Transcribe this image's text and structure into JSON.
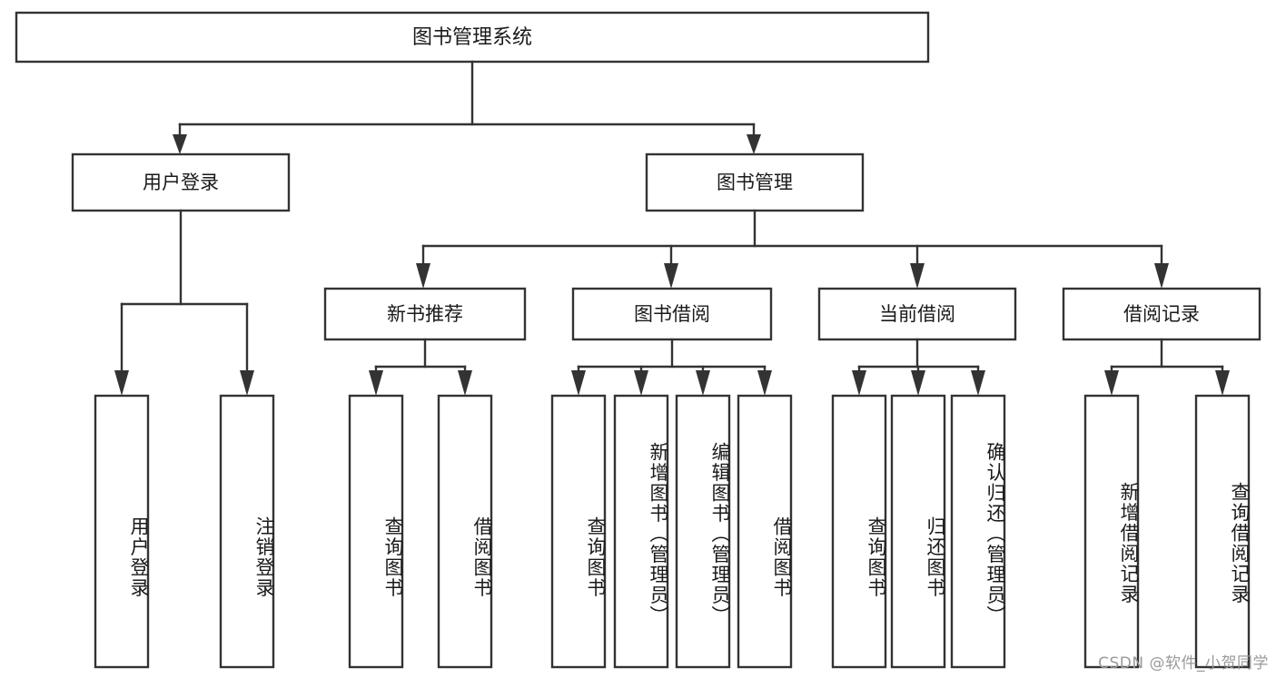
{
  "diagram": {
    "title": "图书管理系统",
    "type": "tree",
    "orientation": "top-down",
    "theme": {
      "background": "#ffffff",
      "box_fill": "#ffffff",
      "box_stroke": "#333333",
      "text_color": "#1a1a1a",
      "watermark_color": "#9a9a9a"
    },
    "root": {
      "label": "图书管理系统"
    },
    "level1": [
      {
        "label": "用户登录"
      },
      {
        "label": "图书管理"
      }
    ],
    "level2": [
      {
        "label": "新书推荐"
      },
      {
        "label": "图书借阅"
      },
      {
        "label": "当前借阅"
      },
      {
        "label": "借阅记录"
      }
    ],
    "leaves": {
      "user_login": [
        {
          "label": "用户登录"
        },
        {
          "label": "注销登录"
        }
      ],
      "new_book_recommend": [
        {
          "label": "查询图书"
        },
        {
          "label": "借阅图书"
        }
      ],
      "book_borrow": [
        {
          "label": "查询图书"
        },
        {
          "label": "新增图书（管理员）"
        },
        {
          "label": "编辑图书（管理员）"
        },
        {
          "label": "借阅图书"
        }
      ],
      "current_borrow": [
        {
          "label": "查询图书"
        },
        {
          "label": "归还图书"
        },
        {
          "label": "确认归还（管理员）"
        }
      ],
      "borrow_record": [
        {
          "label": "新增借阅记录"
        },
        {
          "label": "查询借阅记录"
        }
      ]
    }
  },
  "watermark": {
    "text": "CSDN @软件_小贺同学"
  }
}
